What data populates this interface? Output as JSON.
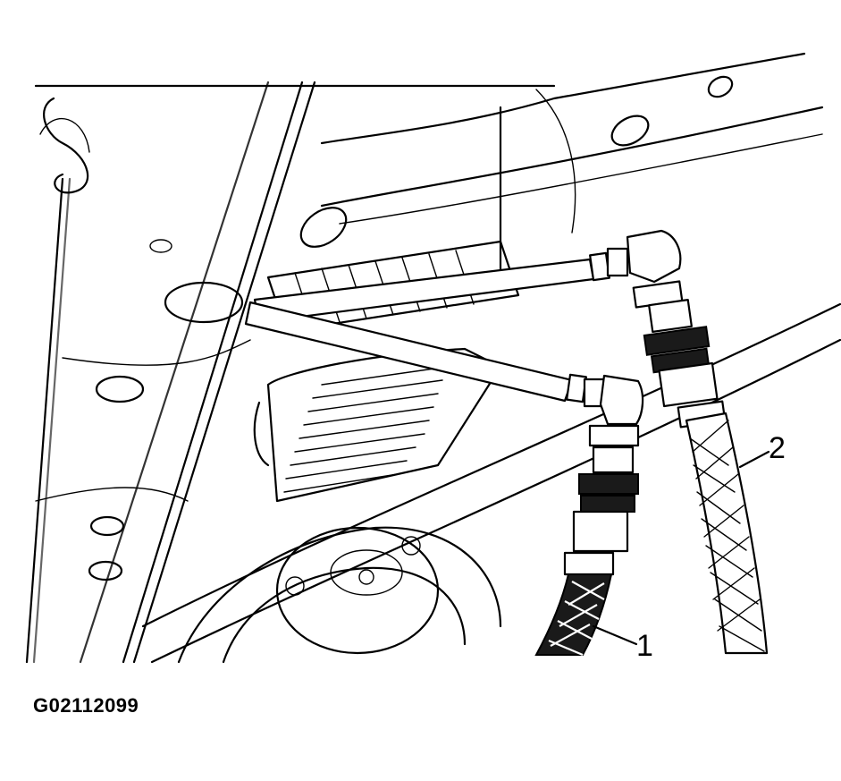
{
  "figure": {
    "id": "G02112099"
  },
  "callouts": [
    {
      "label": "1",
      "part": "hose-1"
    },
    {
      "label": "2",
      "part": "hose-2"
    }
  ],
  "colors": {
    "line": "#000000",
    "background": "#ffffff"
  }
}
